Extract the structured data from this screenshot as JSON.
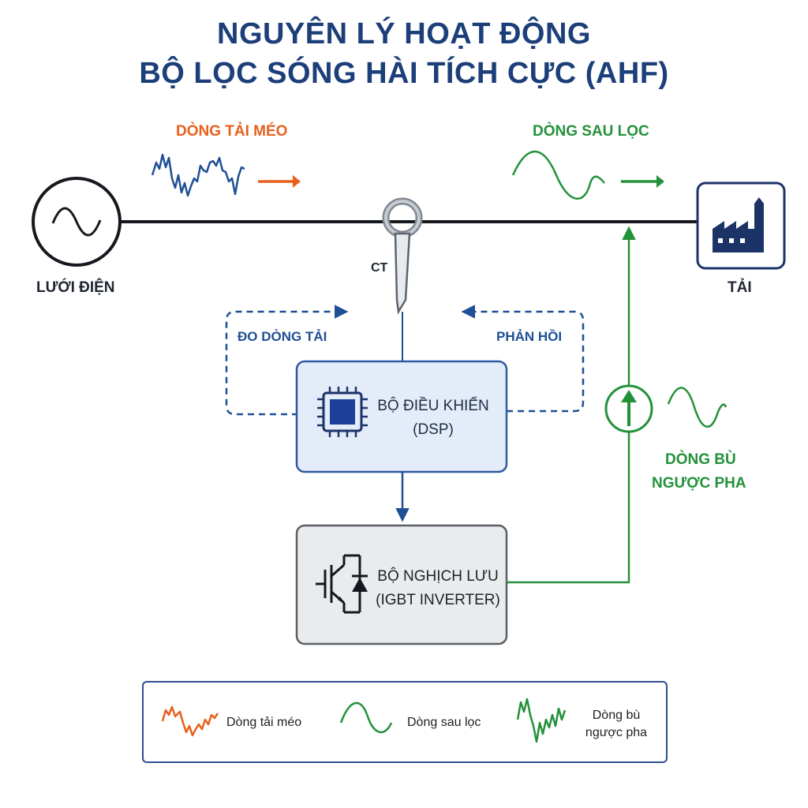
{
  "title": {
    "line1": "NGUYÊN LÝ HOẠT ĐỘNG",
    "line2": "BỘ LỌC SÓNG HÀI TÍCH CỰC (AHF)"
  },
  "labels": {
    "distorted_current": "DÒNG TẢI MÉO",
    "filtered_current": "DÒNG SAU LỌC",
    "grid": "LƯỚI ĐIỆN",
    "load": "TẢI",
    "ct": "CT",
    "measure_load_current": "ĐO DÒNG TẢI",
    "feedback": "PHẢN HỒI",
    "compensation_line1": "DÒNG BÙ",
    "compensation_line2": "NGƯỢC PHA"
  },
  "controller": {
    "line1": "BỘ ĐIỀU KHIỂN",
    "line2": "(DSP)"
  },
  "inverter": {
    "line1": "BỘ NGHỊCH LƯU",
    "line2": "(IGBT INVERTER)"
  },
  "legend": {
    "distorted": "Dòng tải méo",
    "filtered": "Dòng sau lọc",
    "compensation_line1": "Dòng bù",
    "compensation_line2": "ngược pha"
  },
  "colors": {
    "navy": "#1c3f7a",
    "orange": "#e8601c",
    "green": "#23913a",
    "blue": "#1f4f95"
  },
  "icons": [
    "ac-source-icon",
    "factory-icon",
    "ct-sensor-icon",
    "chip-icon",
    "igbt-icon",
    "current-source-icon"
  ]
}
